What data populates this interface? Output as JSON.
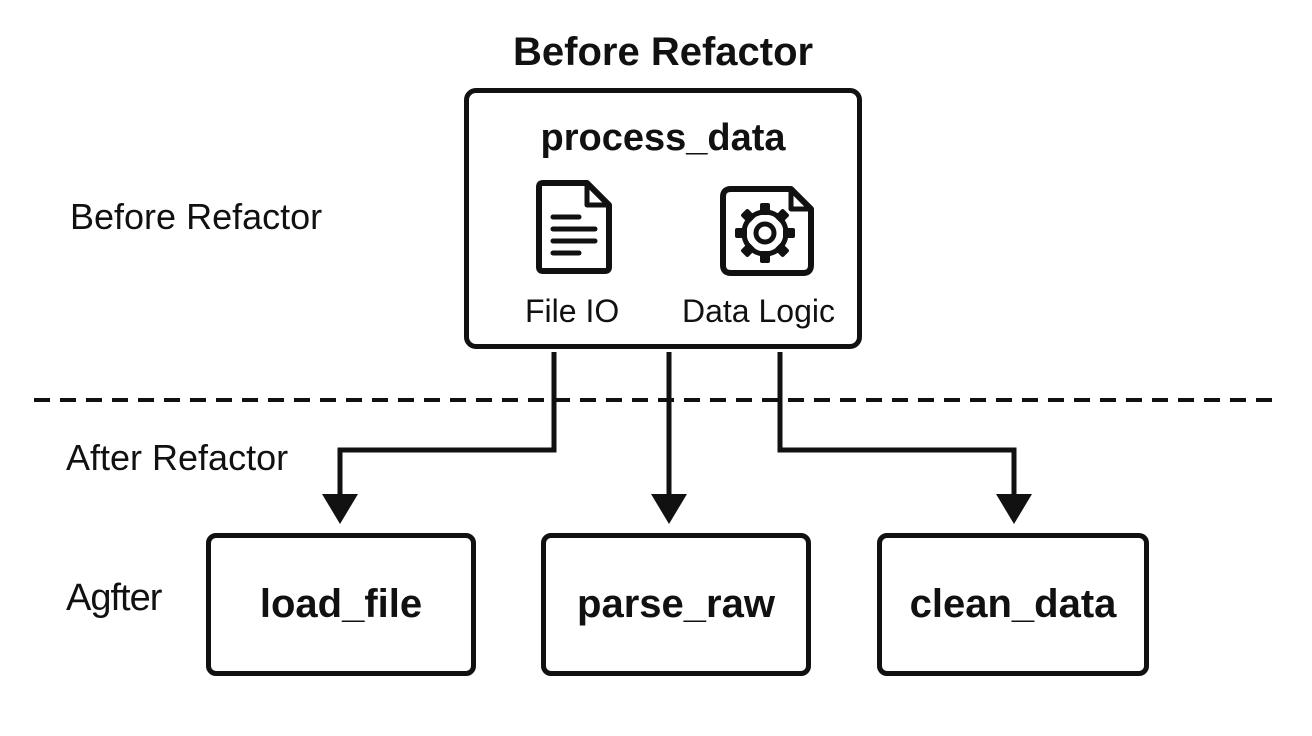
{
  "title": "Before Refactor",
  "side_labels": {
    "before": "Before Refactor",
    "after_heading": "After Refactor",
    "after": "Agfter"
  },
  "original_function": {
    "name": "process_data",
    "responsibilities": [
      {
        "label": "File IO",
        "icon": "document-icon"
      },
      {
        "label": "Data Logic",
        "icon": "gear-document-icon"
      }
    ]
  },
  "refactored_functions": [
    {
      "name": "load_file"
    },
    {
      "name": "parse_raw"
    },
    {
      "name": "clean_data"
    }
  ],
  "divider": "dashed",
  "colors": {
    "ink": "#111111",
    "background": "#ffffff"
  }
}
